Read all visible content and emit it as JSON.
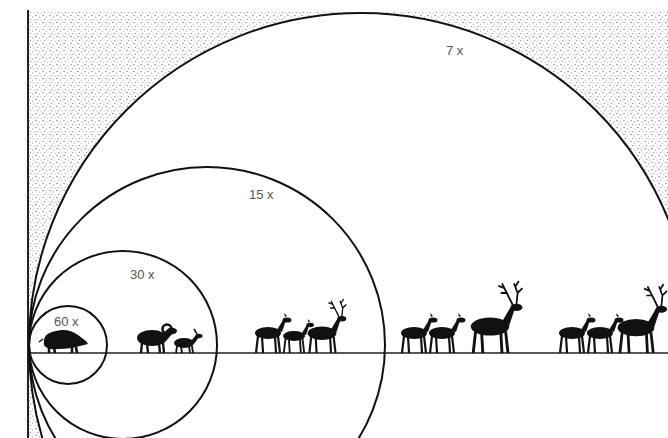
{
  "diagram": {
    "nodes": [
      {
        "text": [
          "7 x"
        ]
      },
      {
        "text": [
          "15 x"
        ],
        "in": 0
      },
      {
        "text": [
          "30 x"
        ],
        "in": 1
      },
      {
        "text": [
          "60 x"
        ],
        "in": 2
      }
    ]
  }
}
